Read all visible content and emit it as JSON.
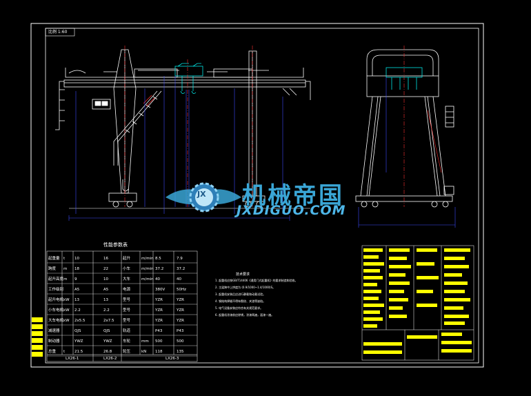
{
  "drawing": {
    "stamp_box": "比例 1:60",
    "param_table_title": "性能参数表",
    "tech_req_title": "技术要求",
    "tech_requirements": [
      "1. 起重机应按GB/T14406《通用门式起重机》的要求制造和验收。",
      "2. 主梁跨中上拱度为 (0.9/1000~1.4/1000)S。",
      "3. 起重机安装后应进行静载和动载试验。",
      "4. 钢结构焊缝不得有裂纹、夹渣等缺陷。",
      "5. 电气设备安装应符合有关规范要求。",
      "6. 起重机涂漆前应除锈，涂漆两遍，面漆一遍。"
    ],
    "param_rows": [
      [
        "起重量",
        "t",
        "10",
        "16",
        "起升",
        "m/min",
        "8.5",
        "7.9"
      ],
      [
        "跨度",
        "m",
        "18",
        "22",
        "小车",
        "m/min",
        "37.2",
        "37.2"
      ],
      [
        "起升高度",
        "m",
        "9",
        "10",
        "大车",
        "m/min",
        "40",
        "40"
      ],
      [
        "工作级别",
        "",
        "A5",
        "A5",
        "电源",
        "",
        "380V",
        "50Hz"
      ],
      [
        "起升电机",
        "kW",
        "13",
        "13",
        "型号",
        "",
        "YZR",
        "YZR"
      ],
      [
        "小车电机",
        "kW",
        "2.2",
        "2.2",
        "型号",
        "",
        "YZR",
        "YZR"
      ],
      [
        "大车电机",
        "kW",
        "2x5.5",
        "2x7.5",
        "型号",
        "",
        "YZR",
        "YZR"
      ],
      [
        "减速器",
        "",
        "QJS",
        "QJS",
        "轨道",
        "",
        "P43",
        "P43"
      ],
      [
        "制动器",
        "",
        "YWZ",
        "YWZ",
        "车轮",
        "mm",
        "500",
        "500"
      ],
      [
        "总重",
        "t",
        "21.5",
        "26.8",
        "轮压",
        "kN",
        "118",
        "135"
      ]
    ],
    "param_footer": [
      "LX26-1",
      "LX26-2",
      "LX26-3"
    ]
  },
  "watermark": {
    "cn": "机械帝国",
    "en": "JXDIGUO.COM",
    "logo_initials": "JX"
  },
  "colors": {
    "background": "#000000",
    "frame": "#ffffff",
    "structure": "#ffffff",
    "dimension": "#3f4cff",
    "centerline": "#ff3030",
    "detail": "#00e5e5",
    "title_block": "#ffff00",
    "watermark": "#3aa6d6"
  }
}
